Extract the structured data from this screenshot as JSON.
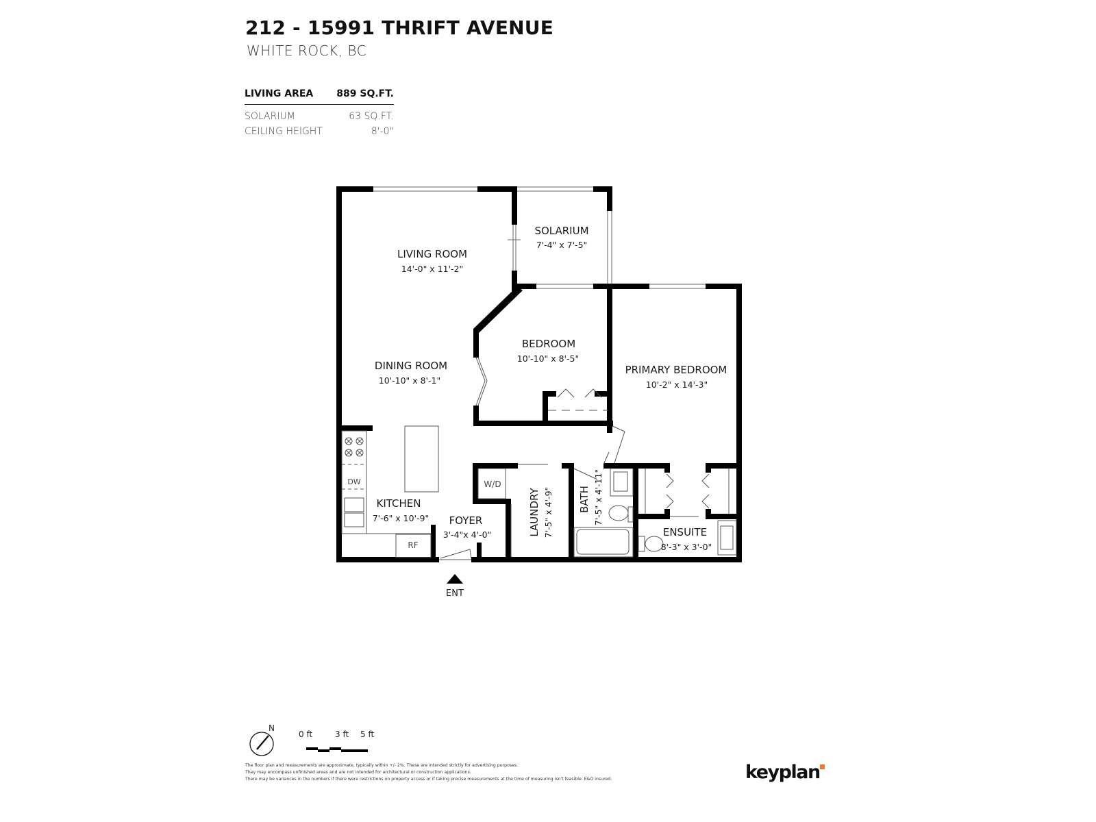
{
  "header": {
    "title": "212 - 15991 THRIFT AVENUE",
    "subtitle": "WHITE ROCK, BC"
  },
  "stats": {
    "living_area": {
      "label": "LIVING AREA",
      "value": "889 SQ.FT."
    },
    "solarium": {
      "label": "SOLARIUM",
      "value": "63 SQ.FT."
    },
    "ceiling_height": {
      "label": "CEILING HEIGHT",
      "value": "8'-0\""
    }
  },
  "rooms": {
    "living_room": {
      "name": "LIVING ROOM",
      "dims": "14'-0\"  x  11'-2\""
    },
    "solarium": {
      "name": "SOLARIUM",
      "dims": "7'-4\"  x  7'-5\""
    },
    "dining_room": {
      "name": "DINING ROOM",
      "dims": "10'-10\"  x  8'-1\""
    },
    "bedroom": {
      "name": "BEDROOM",
      "dims": "10'-10\"  x  8'-5\""
    },
    "primary_bedroom": {
      "name": "PRIMARY BEDROOM",
      "dims": "10'-2\"  x  14'-3\""
    },
    "kitchen": {
      "name": "KITCHEN",
      "dims": "7'-6\" x 10'-9\""
    },
    "foyer": {
      "name": "FOYER",
      "dims": "3'-4\"x 4'-0\""
    },
    "laundry": {
      "name": "LAUNDRY",
      "dims": "7'-5\"  x  4'-9\""
    },
    "bath": {
      "name": "BATH",
      "dims": "7'-5\" x 4'-11\""
    },
    "ensuite": {
      "name": "ENSUITE",
      "dims": "8'-3\" x 3'-0\""
    }
  },
  "fixtures": {
    "dishwasher": "DW",
    "washer_dryer": "W/D",
    "refrigerator": "RF"
  },
  "entrance": {
    "label": "ENT"
  },
  "legend": {
    "north": "N",
    "scale": [
      "0 ft",
      "3 ft",
      "5 ft"
    ]
  },
  "disclaimer": [
    "The floor plan and measurements are approximate, typically within +/- 2%. These are intended strictly for advertising purposes.",
    "They may encompass unfinished areas and are not intended for architectural or construction applications.",
    "There may be variances in the numbers if there were restrictions on property access or if taking precise measurements at the time of measuring isn't feasible. E&O insured."
  ],
  "brand": {
    "name": "keyplan",
    "accent": "#f0782d"
  },
  "colors": {
    "wall": "#000000",
    "line": "#555555",
    "background": "#ffffff"
  }
}
